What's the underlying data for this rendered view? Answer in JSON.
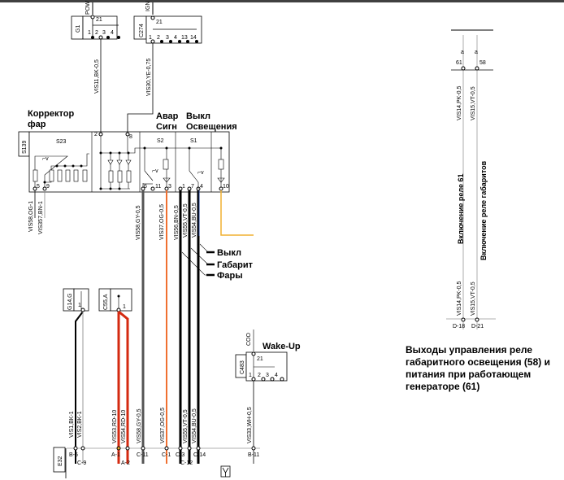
{
  "top_signals": {
    "pow": "POW",
    "ign": "IGN"
  },
  "connectors": {
    "g1": {
      "name": "G1",
      "pin_top": "21",
      "pins": [
        "1",
        "2",
        "3",
        "4"
      ]
    },
    "c274": {
      "name": "C274",
      "pin_top": "21",
      "pins": [
        "1",
        "2",
        "3",
        "4",
        "13",
        "14"
      ]
    },
    "c483": {
      "name": "C483",
      "pin_top": "21",
      "pins": [
        "1",
        "2",
        "3",
        "4"
      ],
      "signal": "COO"
    },
    "g14": {
      "name": "G14,G",
      "pin": "1"
    },
    "c55": {
      "name": "C55,A",
      "pin": "1"
    },
    "e32": {
      "name": "E32"
    }
  },
  "module": {
    "name": "S139",
    "sections": {
      "s23": {
        "name": "S23",
        "title_line1": "Корректор",
        "title_line2": "фар",
        "pins": [
          "5",
          "9"
        ]
      },
      "leds": {
        "pins": [
          "2",
          "8"
        ]
      },
      "s2": {
        "name": "S2",
        "title_line1": "Авар",
        "title_line2": "Сигн",
        "pins": [
          "6",
          "11",
          "3"
        ]
      },
      "s1": {
        "name": "S1",
        "title_line1": "Выкл",
        "title_line2": "Освещения",
        "pins": [
          "1",
          "7",
          "4"
        ]
      },
      "ill": {
        "pins": [
          "10"
        ]
      }
    }
  },
  "wires": {
    "g1_out": "VIS11,BK-0,5",
    "c274_out": "VIS30,YE-0,75",
    "s23_5": "VIS58,OG-1",
    "s23_9": "VIS357,BN-1",
    "s2_6": "VIS58,GY-0,5",
    "s2_3": "VIS37,OG-0,5",
    "s1_1": "VIS56,BN-0,5",
    "s1_7": "VIS55,VT-0,5",
    "s1_4": "VIS54,BU-0,5",
    "bot_b5": "VIS1,BK-1",
    "bot_c9": "VIS2,BK-1",
    "bot_a1": "VIS53,RD-10",
    "bot_a2": "VIS54,RD-10",
    "bot_c11": "VIS58,GY-0,5",
    "bot_c1": "VIS37,OG-0,5",
    "bot_c3": "VIS55,VT-0,5",
    "bot_c14": "VIS54,BU-0,5",
    "bot_b11": "VIS33,WH-0,5",
    "r61_top": "VIS14,PK-0,5",
    "r58_top": "VIS15,VT-0,5",
    "r61_bot": "VIS14,PK-0,5",
    "r58_bot": "VIS15,VT-0,5"
  },
  "e32_pins": {
    "b5": "B-5",
    "c9": "C-9",
    "a1": "A-1",
    "a2": "A-2",
    "c11": "C-11",
    "c1": "C-1",
    "c3": "C-3",
    "c12": "C-12",
    "c14": "C-14",
    "b11": "B-11"
  },
  "annotations": {
    "off": "Выкл",
    "parking": "Габарит",
    "headlights": "Фары",
    "wakeup": "Wake-Up",
    "relay61": "Включение реле 61",
    "relay58": "Включение реле габаритов"
  },
  "relay_pins": {
    "p61": "61",
    "p58": "58",
    "d18": "D-18",
    "d21": "D-21"
  },
  "note": "Выходы управления реле габаритного освещения (58) и питания при работающем генераторе (61)",
  "colors": {
    "red": "#d42a10",
    "orange": "#f07030",
    "gray": "#555555",
    "yellow": "#f0b030",
    "blue": "#1a3a8a",
    "black": "#000000"
  }
}
